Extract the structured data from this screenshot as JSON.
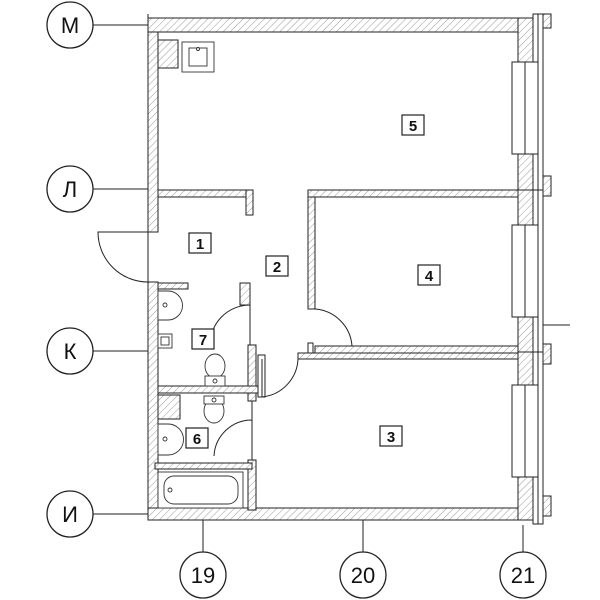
{
  "axes": {
    "row_m": "М",
    "row_l": "Л",
    "row_k": "К",
    "row_i": "И",
    "col_19": "19",
    "col_20": "20",
    "col_21": "21"
  },
  "rooms": {
    "r1": "1",
    "r2": "2",
    "r3": "3",
    "r4": "4",
    "r5": "5",
    "r6": "6",
    "r7": "7"
  }
}
